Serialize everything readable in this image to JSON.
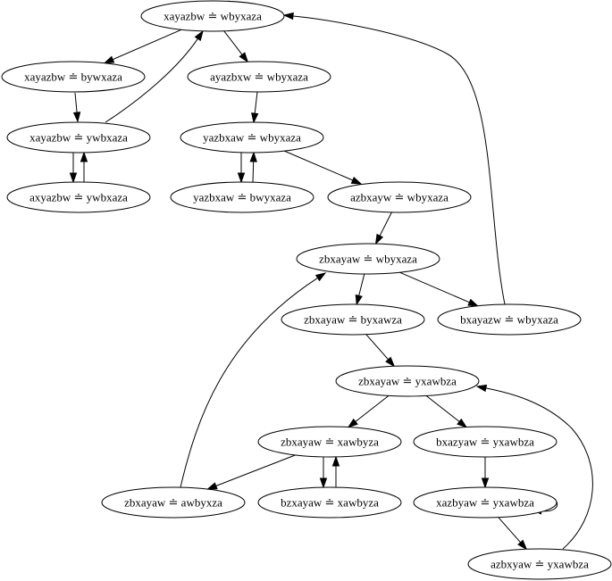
{
  "graph": {
    "nodes": [
      {
        "id": "n1",
        "label": "xayazbw ≐ wbyxaza"
      },
      {
        "id": "n2",
        "label": "xayazbw ≐ bywxaza"
      },
      {
        "id": "n3",
        "label": "ayazbxw ≐ wbyxaza"
      },
      {
        "id": "n4",
        "label": "xayazbw ≐ ywbxaza"
      },
      {
        "id": "n5",
        "label": "yazbxaw ≐ wbyxaza"
      },
      {
        "id": "n6",
        "label": "axyazbw ≐ ywbxaza"
      },
      {
        "id": "n7",
        "label": "yazbxaw ≐ bwyxaza"
      },
      {
        "id": "n8",
        "label": "azbxayw ≐ wbyxaza"
      },
      {
        "id": "n9",
        "label": "zbxayaw ≐ wbyxaza"
      },
      {
        "id": "n10",
        "label": "zbxayaw ≐ byxawza"
      },
      {
        "id": "n11",
        "label": "bxayazw ≐ wbyxaza"
      },
      {
        "id": "n12",
        "label": "zbxayaw ≐ yxawbza"
      },
      {
        "id": "n13",
        "label": "zbxayaw ≐ xawbyza"
      },
      {
        "id": "n14",
        "label": "bxazyaw ≐ yxawbza"
      },
      {
        "id": "n15",
        "label": "zbxayaw ≐ awbyxza"
      },
      {
        "id": "n16",
        "label": "bzxayaw ≐ xawbyza"
      },
      {
        "id": "n17",
        "label": "xazbyaw ≐ yxawbza"
      },
      {
        "id": "n18",
        "label": "azbxyaw ≐ yxawbza"
      }
    ],
    "edges": [
      {
        "from": "n1",
        "to": "n2"
      },
      {
        "from": "n1",
        "to": "n3"
      },
      {
        "from": "n2",
        "to": "n4"
      },
      {
        "from": "n4",
        "to": "n1"
      },
      {
        "from": "n4",
        "to": "n6"
      },
      {
        "from": "n6",
        "to": "n4"
      },
      {
        "from": "n3",
        "to": "n5"
      },
      {
        "from": "n5",
        "to": "n7"
      },
      {
        "from": "n7",
        "to": "n5"
      },
      {
        "from": "n5",
        "to": "n8"
      },
      {
        "from": "n8",
        "to": "n9"
      },
      {
        "from": "n9",
        "to": "n10"
      },
      {
        "from": "n9",
        "to": "n11"
      },
      {
        "from": "n11",
        "to": "n1"
      },
      {
        "from": "n10",
        "to": "n12"
      },
      {
        "from": "n12",
        "to": "n13"
      },
      {
        "from": "n12",
        "to": "n14"
      },
      {
        "from": "n13",
        "to": "n15"
      },
      {
        "from": "n15",
        "to": "n9"
      },
      {
        "from": "n13",
        "to": "n16"
      },
      {
        "from": "n16",
        "to": "n13"
      },
      {
        "from": "n14",
        "to": "n17"
      },
      {
        "from": "n17",
        "to": "n17"
      },
      {
        "from": "n17",
        "to": "n18"
      },
      {
        "from": "n18",
        "to": "n12"
      }
    ]
  }
}
